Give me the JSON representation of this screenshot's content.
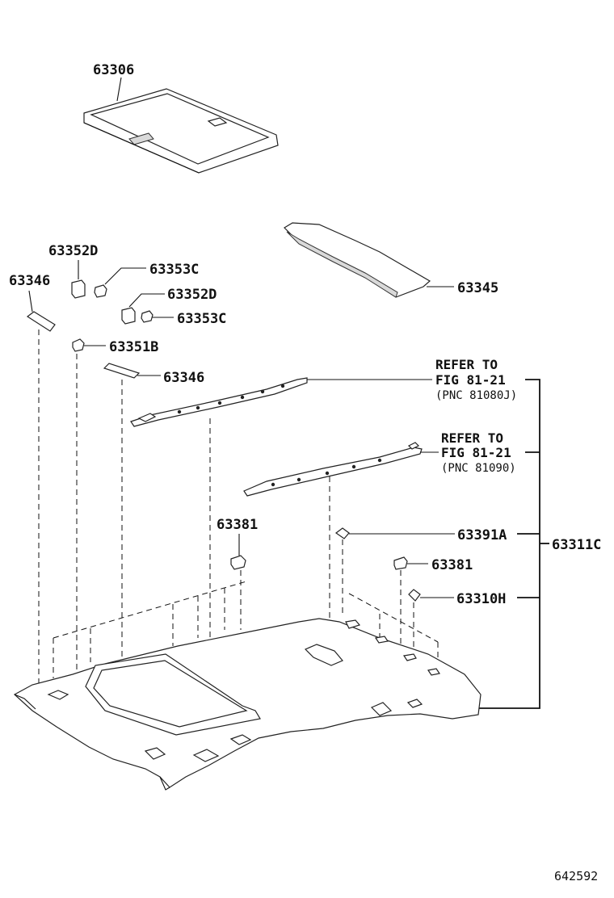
{
  "parts": [
    {
      "id": "sunshade",
      "label": "63306"
    },
    {
      "id": "clip_d_left",
      "label": "63352D"
    },
    {
      "id": "clip_c_upper",
      "label": "63353C"
    },
    {
      "id": "pad_left",
      "label": "63346"
    },
    {
      "id": "clip_d_mid",
      "label": "63352D"
    },
    {
      "id": "clip_c_mid",
      "label": "63353C"
    },
    {
      "id": "clip_b",
      "label": "63351B"
    },
    {
      "id": "pad_center",
      "label": "63346"
    },
    {
      "id": "rear_panel",
      "label": "63345"
    },
    {
      "id": "holder_left",
      "label": "63381"
    },
    {
      "id": "clip_a",
      "label": "63391A"
    },
    {
      "id": "holder_right",
      "label": "63381"
    },
    {
      "id": "clip_h",
      "label": "63310H"
    },
    {
      "id": "headliner_assy",
      "label": "63311C"
    }
  ],
  "references": [
    {
      "line1": "REFER TO",
      "line2": "FIG 81-21",
      "line3": "(PNC 81080J)"
    },
    {
      "line1": "REFER TO",
      "line2": "FIG 81-21",
      "line3": "(PNC 81090)"
    }
  ],
  "figure_id": "642592"
}
